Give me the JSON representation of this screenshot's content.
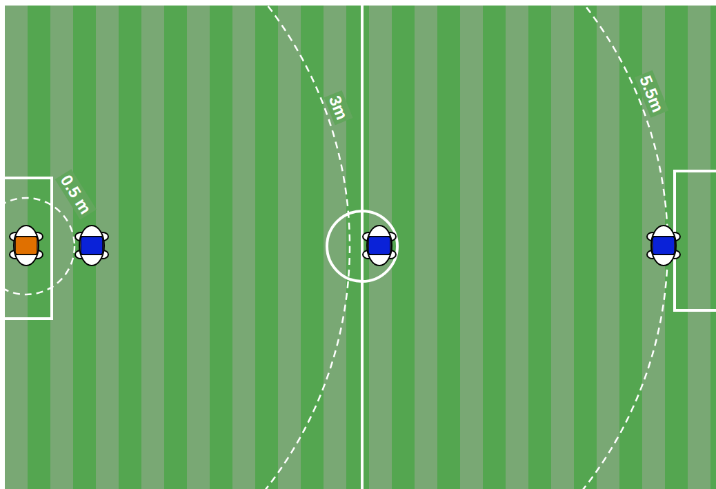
{
  "diagram": {
    "labels": [
      "0.5 m",
      "3m",
      "5.5m"
    ]
  }
}
